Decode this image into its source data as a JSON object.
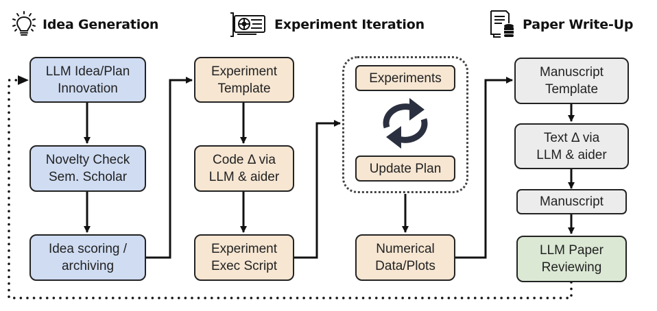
{
  "headers": [
    {
      "label": "Idea Generation",
      "icon": "lightbulb-icon"
    },
    {
      "label": "Experiment Iteration",
      "icon": "gpu-card-icon"
    },
    {
      "label": "Paper Write-Up",
      "icon": "document-database-icon"
    }
  ],
  "nodes": {
    "idea_innovation": "LLM Idea/Plan\nInnovation",
    "novelty_check": "Novelty Check\nSem. Scholar",
    "idea_scoring": "Idea scoring /\narchiving",
    "experiment_template": "Experiment\nTemplate",
    "code_delta": "Code Δ via\nLLM & aider",
    "exec_script": "Experiment\nExec Script",
    "experiments": "Experiments",
    "update_plan": "Update Plan",
    "numerical_data": "Numerical\nData/Plots",
    "manuscript_template": "Manuscript\nTemplate",
    "text_delta": "Text Δ via\nLLM & aider",
    "manuscript": "Manuscript",
    "paper_reviewing": "LLM Paper\nReviewing"
  },
  "colors": {
    "idea_stage": "#cfdcf2",
    "experiment_stage": "#f6e6d2",
    "writeup_stage": "#ececec",
    "review_stage": "#dbe8d4",
    "loop_icon": "#2b3040",
    "edge": "#111111"
  },
  "loop_icon": "refresh-cycle-icon",
  "feedback_edge": "dotted loop from LLM Paper Reviewing back to LLM Idea/Plan Innovation"
}
